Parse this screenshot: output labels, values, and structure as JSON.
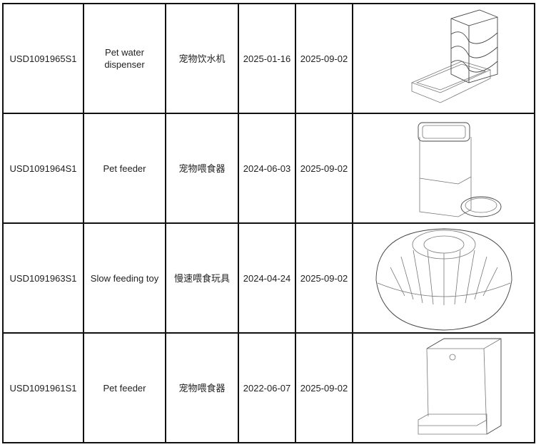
{
  "table": {
    "rows": [
      {
        "patent_no": "USD1091965S1",
        "name_en": "Pet water dispenser",
        "name_cn": "宠物饮水机",
        "application_date": "2025-01-16",
        "grant_date": "2025-09-02",
        "drawing": "pet-water-dispenser-drawing"
      },
      {
        "patent_no": "USD1091964S1",
        "name_en": "Pet feeder",
        "name_cn": "宠物喂食器",
        "application_date": "2024-06-03",
        "grant_date": "2025-09-02",
        "drawing": "pet-feeder-drawing"
      },
      {
        "patent_no": "USD1091963S1",
        "name_en": "Slow feeding toy",
        "name_cn": "慢速喂食玩具",
        "application_date": "2024-04-24",
        "grant_date": "2025-09-02",
        "drawing": "slow-feeding-toy-drawing"
      },
      {
        "patent_no": "USD1091961S1",
        "name_en": "Pet feeder",
        "name_cn": "宠物喂食器",
        "application_date": "2022-06-07",
        "grant_date": "2025-09-02",
        "drawing": "pet-feeder-drawing"
      }
    ]
  }
}
